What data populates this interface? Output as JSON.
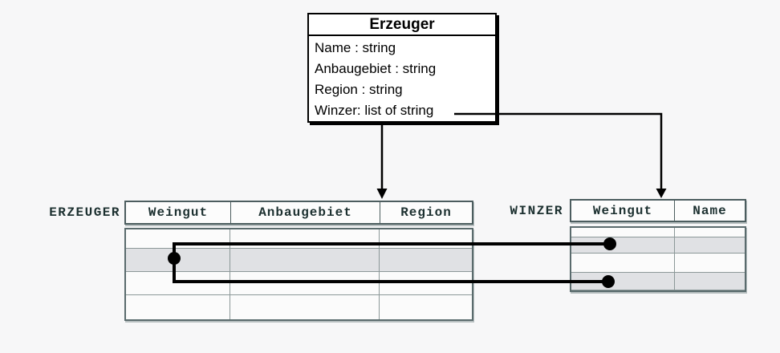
{
  "class_box": {
    "title": "Erzeuger",
    "attributes": [
      "Name : string",
      "Anbaugebiet : string",
      "Region : string",
      "Winzer: list of string"
    ]
  },
  "erzeuger_table": {
    "label": "ERZEUGER",
    "columns": [
      "Weingut",
      "Anbaugebiet",
      "Region"
    ],
    "row_count": 4,
    "highlighted_row": 2
  },
  "winzer_table": {
    "label": "WINZER",
    "columns": [
      "Weingut",
      "Name"
    ],
    "row_count": 4,
    "highlighted_rows": [
      2,
      4
    ]
  },
  "relations": {
    "class_to_erzeuger_table": "arrow-down",
    "winzer_attribute_to_winzer_table": "arrow-down",
    "erzeuger_row": 2,
    "linked_winzer_rows": [
      2,
      4
    ]
  },
  "colors": {
    "background": "#f7f7f8",
    "class_box_border": "#000000",
    "table_border": "#4c5d5f",
    "grid_line": "#8c9898",
    "header_text": "#1c3030",
    "row_highlight": "#e0e1e4",
    "connector": "#000000"
  }
}
